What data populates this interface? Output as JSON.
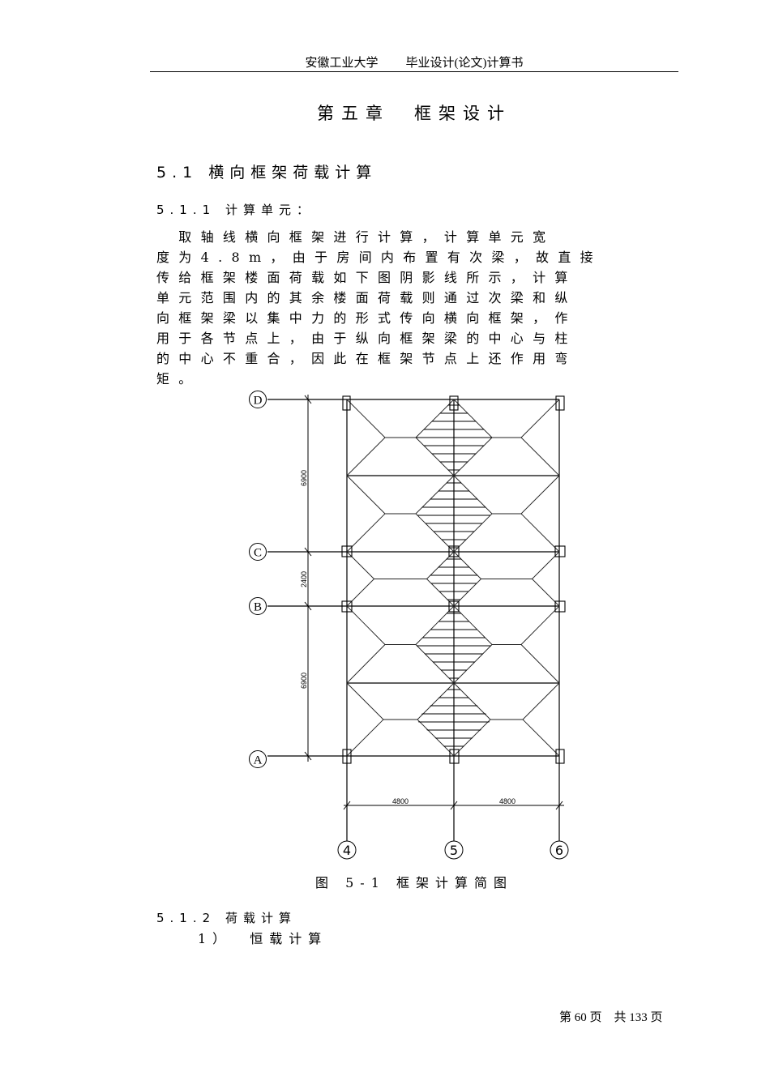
{
  "header": {
    "university": "安徽工业大学",
    "doc_title": "毕业设计(论文)计算书"
  },
  "chapter": {
    "number": "第五章",
    "title": "框架设计"
  },
  "section": {
    "number": "5.1",
    "title": "横向框架荷载计算"
  },
  "subsection_1": {
    "number": "5.1.1",
    "title": "计算单元："
  },
  "paragraph": {
    "lines": [
      "　取轴线横向框架进行计算，计算单元宽",
      "度为4.8m，由于房间内布置有次梁，故直接",
      "传给框架楼面荷载如下图阴影线所示，计算",
      "单元范围内的其余楼面荷载则通过次梁和纵",
      "向框架梁以集中力的形式传向横向框架，作",
      "用于各节点上，由于纵向框架梁的中心与柱",
      "的中心不重合，因此在框架节点上还作用弯",
      "矩。"
    ]
  },
  "figure": {
    "caption": "图 5-1 框架计算简图",
    "row_axes": [
      {
        "label": "D"
      },
      {
        "label": "C"
      },
      {
        "label": "B"
      },
      {
        "label": "A"
      }
    ],
    "column_axes": [
      {
        "label": "4"
      },
      {
        "label": "5"
      },
      {
        "label": "6"
      }
    ],
    "vertical_dimensions": [
      "6900",
      "2400",
      "6900"
    ],
    "horizontal_dimensions": [
      "4800",
      "4800"
    ]
  },
  "subsection_2": {
    "number": "5.1.2",
    "title": "荷载计算"
  },
  "item_1": {
    "number": "1）",
    "title": "恒载计算"
  },
  "footer": {
    "page_text": "第 60 页　共 133 页"
  }
}
